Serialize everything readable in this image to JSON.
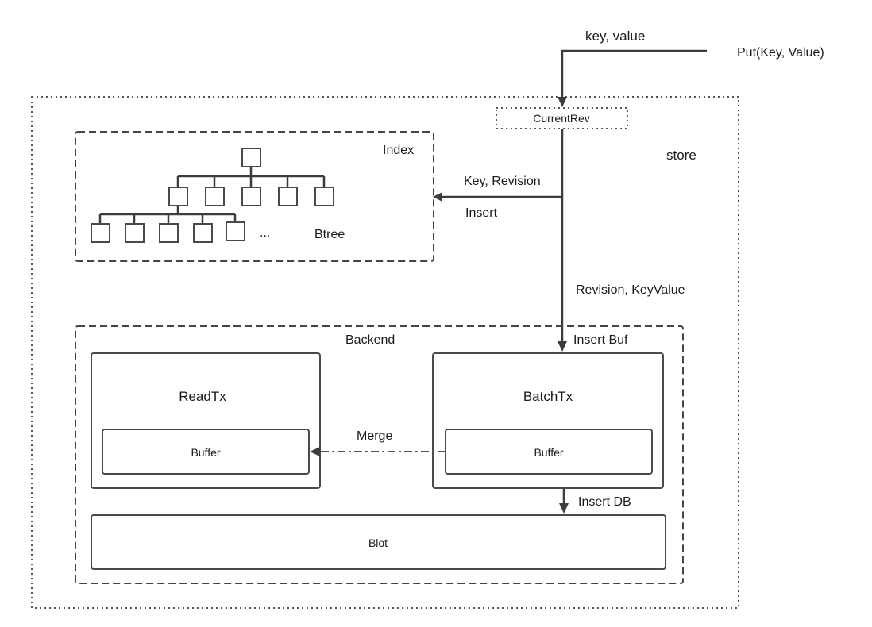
{
  "labels": {
    "put": "Put(Key, Value)",
    "key_value": "key, value",
    "current_rev": "CurrentRev",
    "store": "store",
    "index": "Index",
    "btree": "Btree",
    "ellipsis": "...",
    "key_revision": "Key, Revision",
    "insert": "Insert",
    "revision_keyvalue": "Revision, KeyValue",
    "backend": "Backend",
    "insert_buf": "Insert Buf",
    "read_tx": "ReadTx",
    "batch_tx": "BatchTx",
    "buffer_read": "Buffer",
    "buffer_batch": "Buffer",
    "merge": "Merge",
    "insert_db": "Insert DB",
    "blot": "Blot"
  }
}
